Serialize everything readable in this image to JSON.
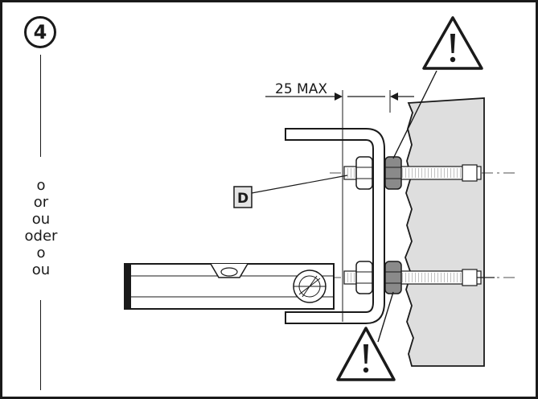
{
  "step": {
    "number": "4"
  },
  "alternatives": [
    "o",
    "or",
    "ou",
    "oder",
    "o",
    "ou"
  ],
  "dimension": {
    "label": "25 MAX"
  },
  "callout": {
    "label": "D"
  },
  "colors": {
    "ink": "#1a1a1a",
    "wall_fill": "#dedede",
    "warning_fill": "#ffffff"
  },
  "icons": {
    "warning": "warning-triangle-icon"
  }
}
